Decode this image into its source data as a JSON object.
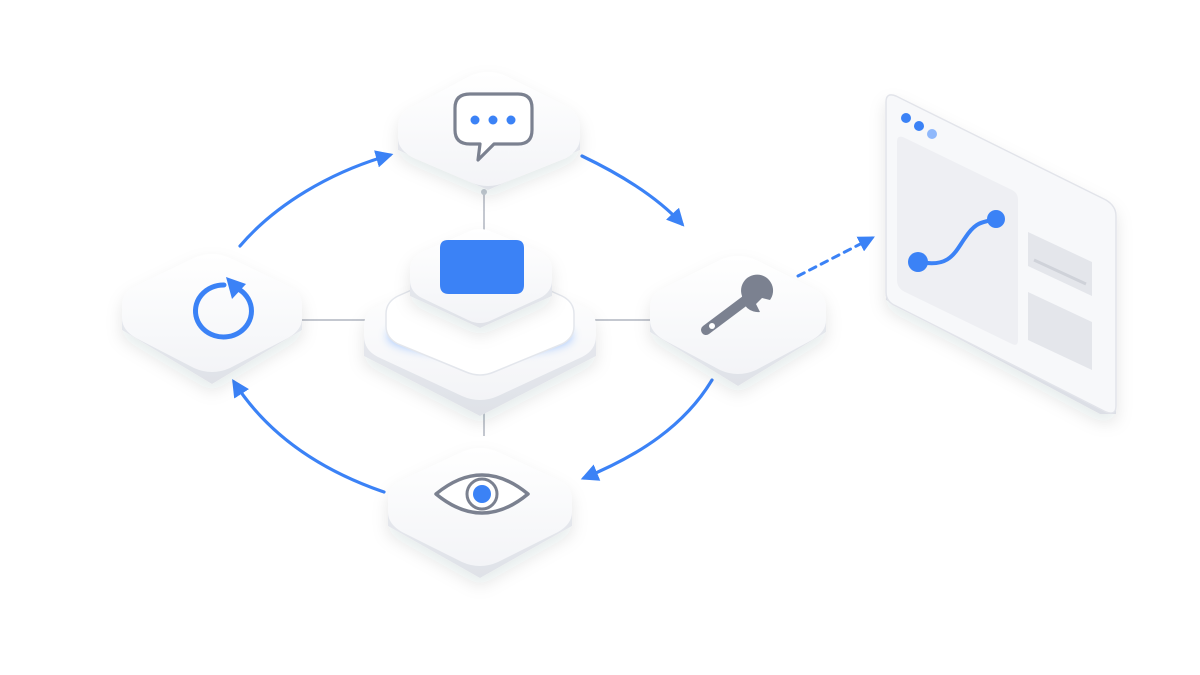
{
  "colors": {
    "background": "#ffffff",
    "accent": "#3b82f6",
    "accent_light": "#8fb8fb",
    "icon_gray": "#6b7280",
    "tile_top": "#fbfbfd",
    "tile_side": "#e6e8ee",
    "connector": "#c4c8d0",
    "panel": "#eeeff3"
  },
  "diagram": {
    "center": {
      "icon": "stacked-layers-icon"
    },
    "nodes": [
      {
        "id": "chat",
        "icon": "chat-bubble-icon"
      },
      {
        "id": "tools",
        "icon": "wrench-icon"
      },
      {
        "id": "observe",
        "icon": "eye-icon"
      },
      {
        "id": "refresh",
        "icon": "refresh-icon"
      }
    ],
    "cycle_arrows": [
      {
        "from": "refresh",
        "to": "chat"
      },
      {
        "from": "chat",
        "to": "tools"
      },
      {
        "from": "tools",
        "to": "observe"
      },
      {
        "from": "observe",
        "to": "refresh"
      }
    ],
    "output_link": {
      "from": "tools",
      "to": "browser-window",
      "style": "dashed"
    },
    "browser_window": {
      "window_dots": 3,
      "content": "curve-chart-icon",
      "sidebar_cards": 2
    }
  }
}
